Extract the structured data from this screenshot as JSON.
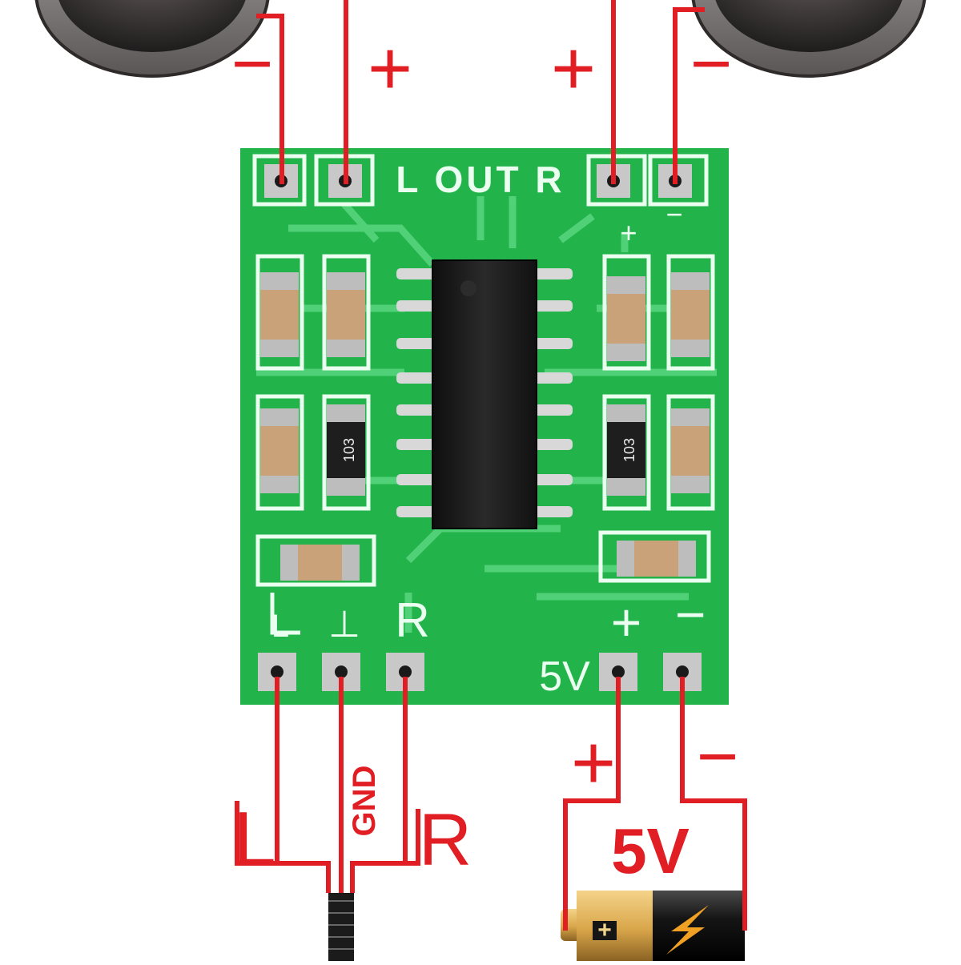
{
  "speakers": {
    "left": {
      "terminals": [
        "−",
        "+"
      ]
    },
    "right": {
      "terminals": [
        "+",
        "−"
      ]
    }
  },
  "board": {
    "silkscreen_out": "L OUT R",
    "silkscreen_in_left": "L",
    "silkscreen_in_gnd": "⊥",
    "silkscreen_in_right": "R",
    "silkscreen_5v": "5V",
    "silkscreen_plus": "+",
    "silkscreen_minus": "−",
    "resistor_code": "103"
  },
  "input": {
    "left_label": "L",
    "gnd_label": "GND",
    "right_label": "R"
  },
  "power": {
    "plus_label": "+",
    "minus_label": "−",
    "voltage_label": "5V",
    "battery_plus": "+"
  },
  "colors": {
    "wire": "#e01e24",
    "pcb": "#22b34a",
    "pcb_dark": "#169a3a",
    "trace": "#54d37a",
    "silk": "#eafff0",
    "chip": "#1b1b1b",
    "pin": "#d8d8d8",
    "pad": "#c8c8c8",
    "cap": "#c9a27a",
    "speaker_cone": "#3c3838",
    "battery_gold": "#d9a64a",
    "battery_black": "#151515"
  }
}
